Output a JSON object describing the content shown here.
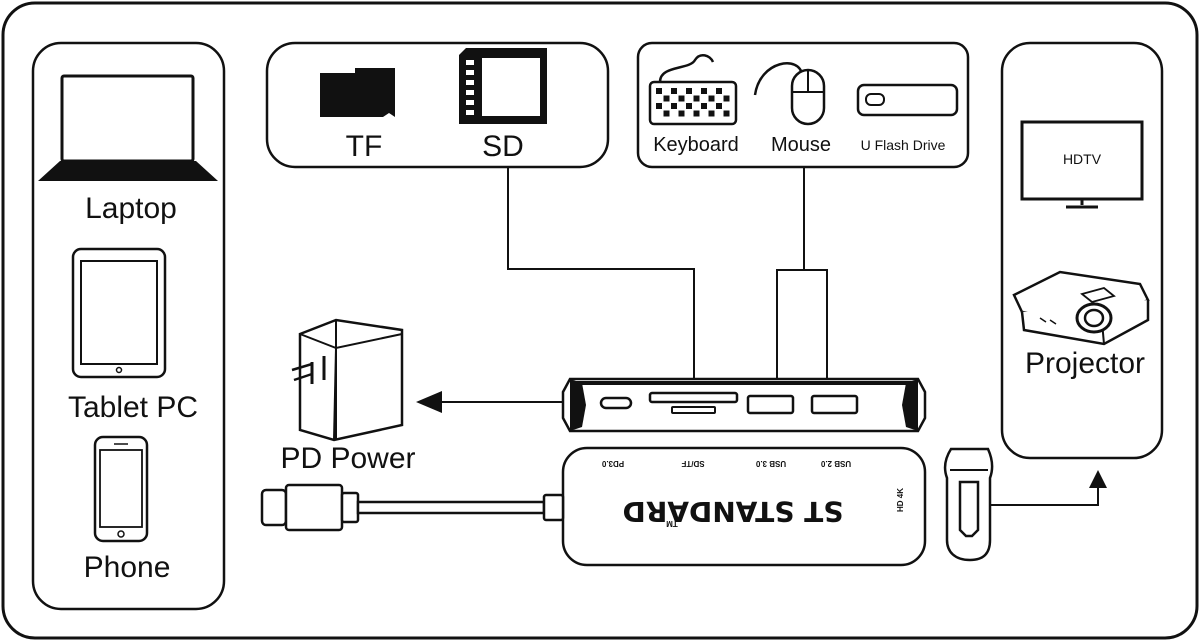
{
  "devices": {
    "laptop": "Laptop",
    "tablet": "Tablet PC",
    "phone": "Phone"
  },
  "memory": {
    "tf": "TF",
    "sd": "SD"
  },
  "peripherals": {
    "keyboard": "Keyboard",
    "mouse": "Mouse",
    "flash": "U Flash Drive"
  },
  "displays": {
    "hdtv": "HDTV",
    "projector": "Projector"
  },
  "power": {
    "label": "PD  Power"
  },
  "hub": {
    "ports": [
      "PD3.0",
      "SD/TF",
      "USB 3.0",
      "USB 2.0"
    ],
    "hdmi_label": "HD 4K",
    "brand": "ST STANDARD",
    "tm": "TM"
  }
}
